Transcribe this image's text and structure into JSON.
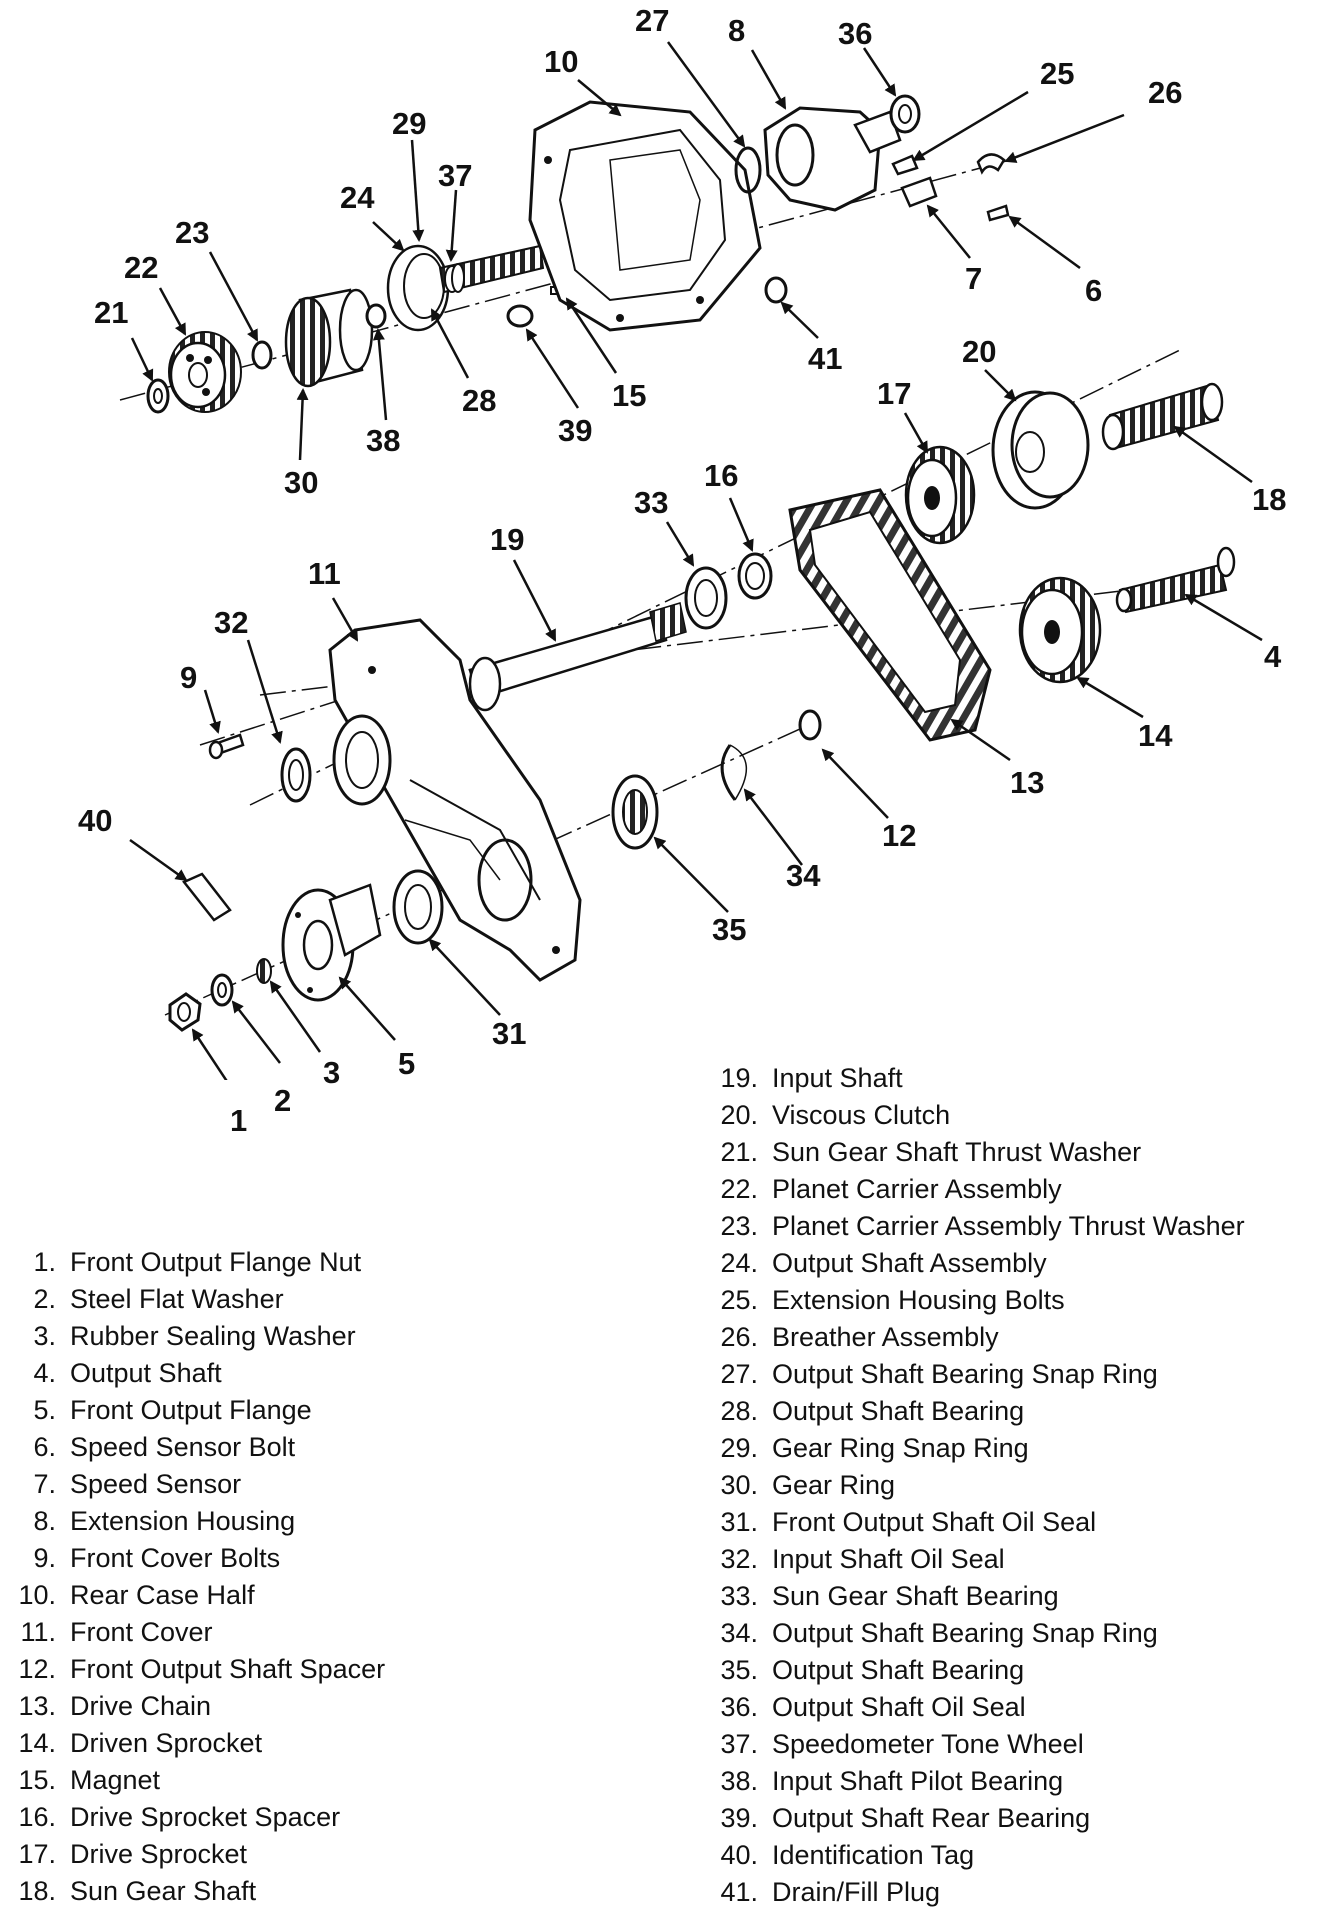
{
  "callouts": [
    "1",
    "2",
    "3",
    "4",
    "5",
    "6",
    "7",
    "8",
    "9",
    "10",
    "11",
    "12",
    "13",
    "14",
    "15",
    "16",
    "17",
    "18",
    "19",
    "20",
    "21",
    "22",
    "23",
    "24",
    "25",
    "26",
    "27",
    "28",
    "29",
    "30",
    "31",
    "32",
    "33",
    "34",
    "35",
    "36",
    "37",
    "38",
    "39",
    "40",
    "41"
  ],
  "legend_left": [
    {
      "num": "1.",
      "label": "Front Output Flange Nut"
    },
    {
      "num": "2.",
      "label": "Steel Flat Washer"
    },
    {
      "num": "3.",
      "label": "Rubber Sealing Washer"
    },
    {
      "num": "4.",
      "label": "Output Shaft"
    },
    {
      "num": "5.",
      "label": "Front Output Flange"
    },
    {
      "num": "6.",
      "label": "Speed Sensor Bolt"
    },
    {
      "num": "7.",
      "label": "Speed Sensor"
    },
    {
      "num": "8.",
      "label": "Extension Housing"
    },
    {
      "num": "9.",
      "label": "Front Cover Bolts"
    },
    {
      "num": "10.",
      "label": "Rear Case Half"
    },
    {
      "num": "11.",
      "label": "Front Cover"
    },
    {
      "num": "12.",
      "label": "Front Output Shaft Spacer"
    },
    {
      "num": "13.",
      "label": "Drive Chain"
    },
    {
      "num": "14.",
      "label": "Driven Sprocket"
    },
    {
      "num": "15.",
      "label": "Magnet"
    },
    {
      "num": "16.",
      "label": "Drive Sprocket Spacer"
    },
    {
      "num": "17.",
      "label": "Drive Sprocket"
    },
    {
      "num": "18.",
      "label": "Sun Gear Shaft"
    }
  ],
  "legend_right": [
    {
      "num": "19.",
      "label": "Input Shaft"
    },
    {
      "num": "20.",
      "label": "Viscous Clutch"
    },
    {
      "num": "21.",
      "label": "Sun Gear Shaft Thrust Washer"
    },
    {
      "num": "22.",
      "label": "Planet Carrier Assembly"
    },
    {
      "num": "23.",
      "label": "Planet Carrier Assembly Thrust Washer"
    },
    {
      "num": "24.",
      "label": "Output Shaft Assembly"
    },
    {
      "num": "25.",
      "label": "Extension Housing Bolts"
    },
    {
      "num": "26.",
      "label": "Breather Assembly"
    },
    {
      "num": "27.",
      "label": "Output Shaft Bearing Snap Ring"
    },
    {
      "num": "28.",
      "label": "Output Shaft Bearing"
    },
    {
      "num": "29.",
      "label": "Gear Ring Snap Ring"
    },
    {
      "num": "30.",
      "label": "Gear Ring"
    },
    {
      "num": "31.",
      "label": "Front Output Shaft Oil Seal"
    },
    {
      "num": "32.",
      "label": "Input Shaft Oil Seal"
    },
    {
      "num": "33.",
      "label": "Sun Gear Shaft Bearing"
    },
    {
      "num": "34.",
      "label": "Output Shaft Bearing Snap Ring"
    },
    {
      "num": "35.",
      "label": "Output Shaft Bearing"
    },
    {
      "num": "36.",
      "label": "Output Shaft Oil Seal"
    },
    {
      "num": "37.",
      "label": "Speedometer Tone Wheel"
    },
    {
      "num": "38.",
      "label": "Input Shaft Pilot Bearing"
    },
    {
      "num": "39.",
      "label": "Output Shaft Rear Bearing"
    },
    {
      "num": "40.",
      "label": "Identification Tag"
    },
    {
      "num": "41.",
      "label": "Drain/Fill Plug"
    }
  ]
}
